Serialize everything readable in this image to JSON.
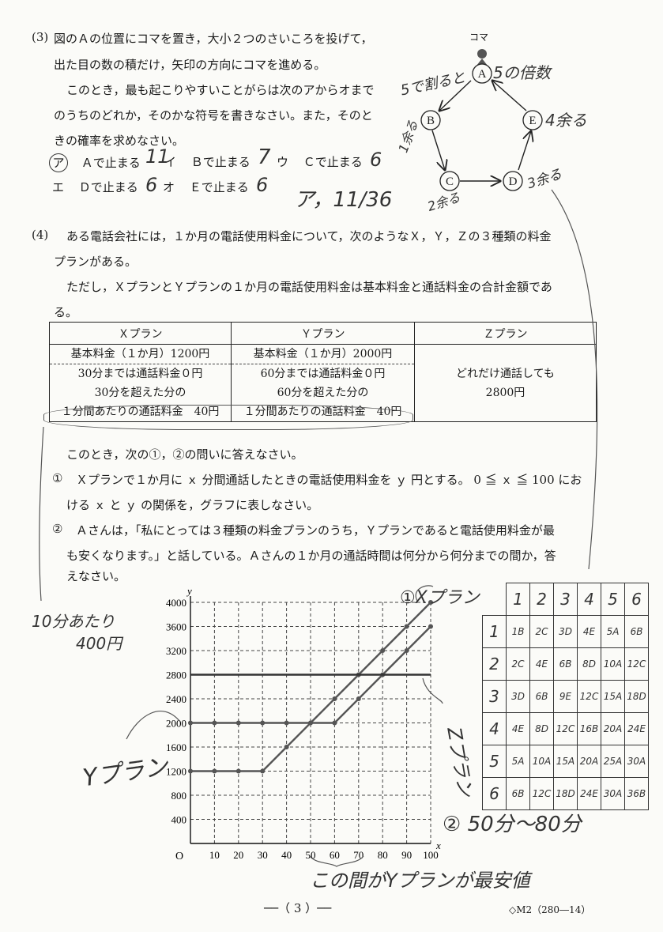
{
  "q3": {
    "num": "(3)",
    "lines": [
      "図のＡの位置にコマを置き，大小２つのさいころを投げて，",
      "出た目の数の積だけ，矢印の方向にコマを進める。",
      "このとき，最も起こりやすいことがらは次のアからオまで",
      "のうちのどれか，そのかな符号を書きなさい。また，そのと",
      "きの確率を求めなさい。"
    ],
    "choices": [
      {
        "kana": "ア",
        "text": "Ａで止まる"
      },
      {
        "kana": "イ",
        "text": "Ｂで止まる"
      },
      {
        "kana": "ウ",
        "text": "Ｃで止まる"
      },
      {
        "kana": "エ",
        "text": "Ｄで止まる"
      },
      {
        "kana": "オ",
        "text": "Ｅで止まる"
      }
    ],
    "koma_label": "コマ",
    "nodes": [
      "A",
      "B",
      "C",
      "D",
      "E"
    ]
  },
  "q4": {
    "num": "(4)",
    "intro_lines": [
      "ある電話会社には，１か月の電話使用料金について，次のようなＸ，Ｙ，Ｚの３種類の料金",
      "プランがある。",
      "ただし，ＸプランとＹプランの１か月の電話使用料金は基本料金と通話料金の合計金額であ",
      "る。"
    ],
    "table": {
      "headers": [
        "Ｘプラン",
        "Ｙプラン",
        "Ｚプラン"
      ],
      "x": [
        "基本料金（１か月）1200円",
        "30分までは通話料金０円",
        "30分を超えた分の",
        "１分間あたりの通話料金　40円"
      ],
      "y": [
        "基本料金（１か月）2000円",
        "60分までは通話料金０円",
        "60分を超えた分の",
        "１分間あたりの通話料金　40円"
      ],
      "z": [
        "どれだけ通話しても",
        "2800円"
      ]
    },
    "after": "このとき，次の①，②の問いに答えなさい。",
    "sub1": {
      "num": "①",
      "lines": [
        "Ｘプランで１か月に ｘ 分間通話したときの電話使用料金を ｙ 円とする。 0 ≦ ｘ ≦ 100 にお",
        "ける ｘ と ｙ の関係を，グラフに表しなさい。"
      ]
    },
    "sub2": {
      "num": "②",
      "lines": [
        "Ａさんは，「私にとっては３種類の料金プランのうち，Ｙプランであると電話使用料金が最",
        "も安くなります。」と話している。Ａさんの１か月の通話時間は何分から何分までの間か，答",
        "えなさい。"
      ]
    }
  },
  "chart_data": {
    "type": "line",
    "xlabel": "x",
    "ylabel": "y",
    "xlim": [
      0,
      100
    ],
    "ylim": [
      0,
      4000
    ],
    "xticks": [
      10,
      20,
      30,
      40,
      50,
      60,
      70,
      80,
      90,
      100
    ],
    "yticks": [
      400,
      800,
      1200,
      1600,
      2000,
      2400,
      2800,
      3200,
      3600,
      4000
    ],
    "origin_label": "O",
    "grid": true,
    "series": [
      {
        "name": "Xプラン",
        "x": [
          0,
          10,
          20,
          30,
          40,
          50,
          60,
          70,
          80,
          90,
          100
        ],
        "y": [
          1200,
          1200,
          1200,
          1200,
          1600,
          2000,
          2400,
          2800,
          3200,
          3600,
          4000
        ]
      },
      {
        "name": "Yプラン",
        "x": [
          0,
          10,
          20,
          30,
          40,
          50,
          60,
          70,
          80,
          90,
          100
        ],
        "y": [
          2000,
          2000,
          2000,
          2000,
          2000,
          2000,
          2000,
          2400,
          2800,
          3200,
          3600
        ]
      },
      {
        "name": "Zプラン",
        "x": [
          0,
          100
        ],
        "y": [
          2800,
          2800
        ]
      }
    ]
  },
  "handwriting": {
    "ans3": "ア，11/36",
    "counts": [
      "11",
      "7",
      "6",
      "6"
    ],
    "div5": "5で割ると",
    "mult5": "5の倍数",
    "rem4": "4余る",
    "rem1": "1余る",
    "rem2": "2余る",
    "rem3": "3余る",
    "rate": "10分あたり",
    "rate2": "400円",
    "xplan": "①Xプラン",
    "yplan": "Yプラン",
    "zplan": "Zプラン",
    "ans2": "② 50分～80分",
    "between": "この間がYプランが最安値"
  },
  "product_table": {
    "cols": [
      "1",
      "2",
      "3",
      "4",
      "5",
      "6"
    ],
    "rows": [
      [
        "1B",
        "2C",
        "3D",
        "4E",
        "5A",
        "6B"
      ],
      [
        "2C",
        "4E",
        "6B",
        "8D",
        "10A",
        "12C"
      ],
      [
        "3D",
        "6B",
        "9E",
        "12C",
        "15A",
        "18D"
      ],
      [
        "4E",
        "8D",
        "12C",
        "16B",
        "20A",
        "24E"
      ],
      [
        "5A",
        "10A",
        "15A",
        "20A",
        "25A",
        "30A"
      ],
      [
        "6B",
        "12C",
        "18D",
        "24E",
        "30A",
        "36B"
      ]
    ]
  },
  "footer": {
    "page": "──（ 3 ）──",
    "code": "◇M2（280―14）"
  }
}
